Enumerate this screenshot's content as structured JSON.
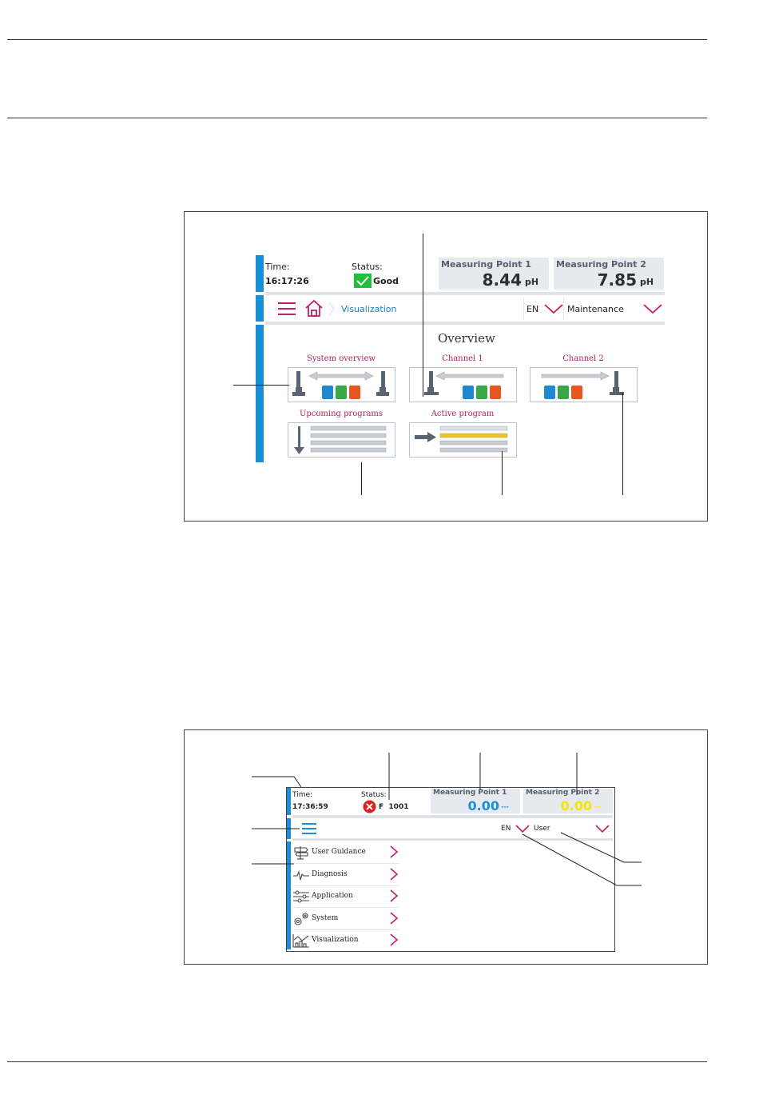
{
  "figure1": {
    "time_label": "Time:",
    "time_value": "16:17:26",
    "status_label": "Status:",
    "status_value": "Good",
    "mp1_title": "Measuring Point 1",
    "mp1_value": "8.44",
    "mp1_unit": "pH",
    "mp2_title": "Measuring Point 2",
    "mp2_value": "7.85",
    "mp2_unit": "pH",
    "breadcrumb": "Visualization",
    "language": "EN",
    "role": "Maintenance",
    "overview_title": "Overview",
    "cards": {
      "system_overview": "System overview",
      "channel1": "Channel 1",
      "channel2": "Channel 2",
      "upcoming_programs": "Upcoming programs",
      "active_program": "Active program"
    }
  },
  "figure2": {
    "time_label": "Time:",
    "time_value": "17:36:59",
    "status_label": "Status:",
    "status_value": "F  1001",
    "mp1_title": "Measuring Point 1",
    "mp1_value": "0.00",
    "mp1_unit": "---",
    "mp2_title": "Measuring Point 2",
    "mp2_value": "0.00",
    "mp2_unit": "---",
    "language": "EN",
    "role": "User",
    "menu": [
      {
        "label": "User Guidance",
        "icon": "signpost-icon"
      },
      {
        "label": "Diagnosis",
        "icon": "pulse-icon"
      },
      {
        "label": "Application",
        "icon": "sliders-icon"
      },
      {
        "label": "System",
        "icon": "gears-icon"
      },
      {
        "label": "Visualization",
        "icon": "chart-icon"
      }
    ]
  },
  "colors": {
    "accent_blue": "#1a8fd6",
    "magenta": "#b0205f",
    "good_green": "#1fbf3a",
    "error_red": "#e0201e",
    "mp2_yellow": "#f2e600",
    "mp1_blue": "#1a8fd6"
  }
}
